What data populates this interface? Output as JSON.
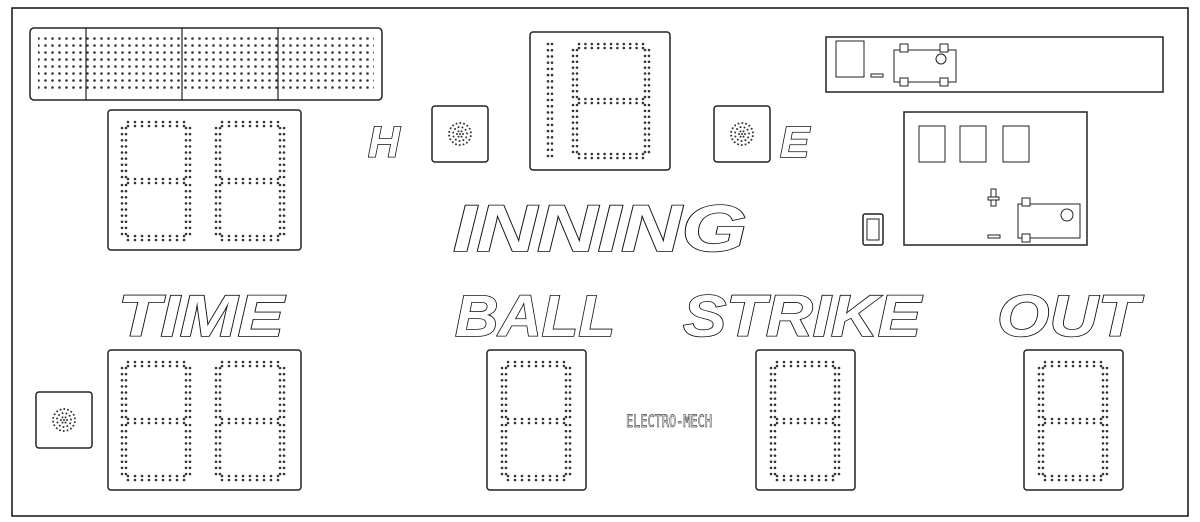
{
  "labels": {
    "home": "H",
    "guest": "E",
    "inning": "INNING",
    "time": "TIME",
    "ball": "BALL",
    "strike": "STRIKE",
    "out": "OUT",
    "brand": "ELECTRO-MECH"
  },
  "icons": {
    "dot_color": "#333333",
    "stroke_color": "#222222"
  }
}
